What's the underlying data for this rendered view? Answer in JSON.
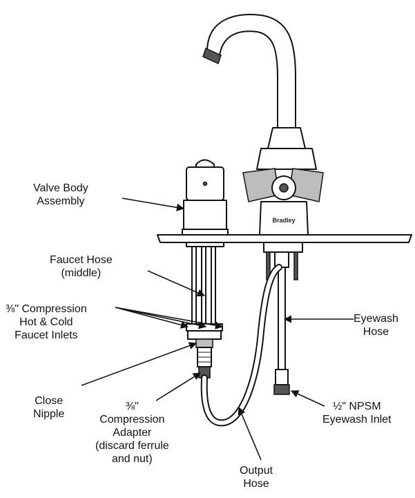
{
  "diagram": {
    "brand_mark": "Bradley",
    "labels": {
      "valve_body": [
        "Valve Body",
        "Assembly"
      ],
      "faucet_hose": [
        "Faucet Hose",
        "(middle)"
      ],
      "compression_inlets": [
        "⅜\" Compression",
        "Hot & Cold",
        "Faucet Inlets"
      ],
      "close_nipple": [
        "Close",
        "Nipple"
      ],
      "compression_adapter": [
        "⅜\"",
        "Compression",
        "Adapter",
        "(discard ferrule",
        "and nut)"
      ],
      "output_hose": [
        "Output",
        "Hose"
      ],
      "eyewash_hose": [
        "Eyewash",
        "Hose"
      ],
      "eyewash_inlet": [
        "½\" NPSM",
        "Eyewash Inlet"
      ]
    }
  }
}
